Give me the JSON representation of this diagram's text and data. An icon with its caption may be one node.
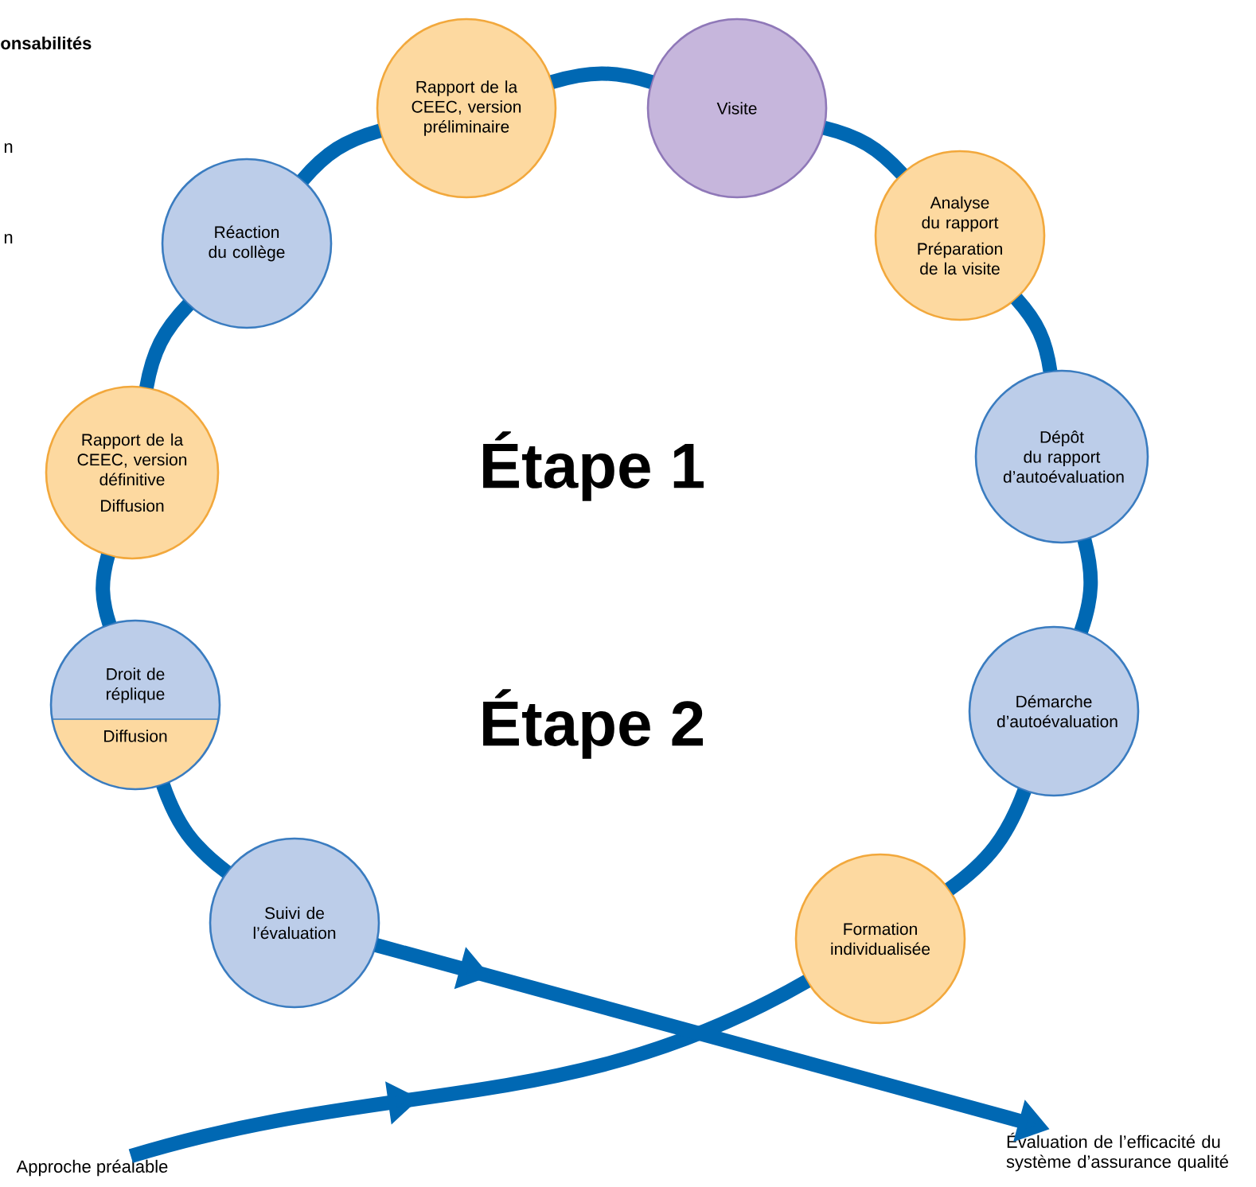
{
  "diagram": {
    "nodes": [
      {
        "text": [
          "Rapport de la CEEC, version préliminaire"
        ]
      },
      {
        "text": [
          "Visite"
        ]
      },
      {
        "text": [
          "Réaction du collège"
        ]
      },
      {
        "text": [
          "Analyse du rapport",
          "Préparation de la visite"
        ]
      },
      {
        "text": [
          "Rapport de la CEEC, version définitive",
          "Diffusion"
        ]
      },
      {
        "text": [
          "Dépôt du rapport d’autoévaluation"
        ]
      },
      {
        "text": [
          "Droit de réplique",
          "Diffusion"
        ]
      },
      {
        "text": [
          "Démarche d’autoévaluation"
        ]
      },
      {
        "text": [
          "Suivi de l’évaluation"
        ]
      },
      {
        "text": [
          "Formation individualisée"
        ]
      },
      {
        "text": [
          "Approche préalable"
        ]
      },
      {
        "text": [
          "Évaluation de l’efficacité du système d’assurance qualité"
        ]
      }
    ],
    "edges": [
      {
        "from": 10,
        "to": 9,
        "arrow": "to"
      },
      {
        "from": 9,
        "to": 7,
        "arrow": "none"
      },
      {
        "from": 7,
        "to": 5,
        "arrow": "none"
      },
      {
        "from": 5,
        "to": 3,
        "arrow": "none"
      },
      {
        "from": 3,
        "to": 1,
        "arrow": "none"
      },
      {
        "from": 1,
        "to": 0,
        "arrow": "none"
      },
      {
        "from": 0,
        "to": 2,
        "arrow": "none"
      },
      {
        "from": 2,
        "to": 4,
        "arrow": "none"
      },
      {
        "from": 4,
        "to": 6,
        "arrow": "none"
      },
      {
        "from": 6,
        "to": 8,
        "arrow": "none"
      },
      {
        "from": 8,
        "to": 11,
        "arrow": "to"
      }
    ],
    "labels": [
      "onsabilités",
      "n",
      "n",
      "Étape 1",
      "Étape 2"
    ]
  }
}
